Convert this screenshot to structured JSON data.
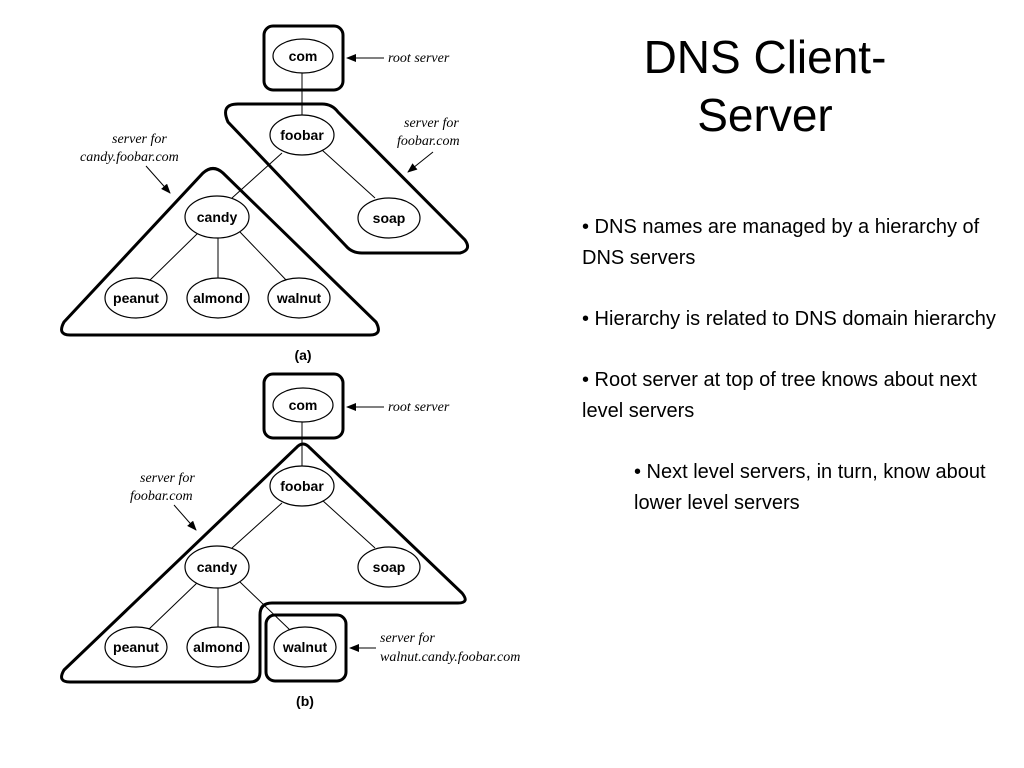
{
  "slide": {
    "title": "DNS Client-Server",
    "bullets": [
      {
        "text": "•  DNS names are managed by a hierarchy of DNS servers",
        "level": 0
      },
      {
        "text": "•  Hierarchy is related to DNS domain hierarchy",
        "level": 0
      },
      {
        "text": "•  Root server at top of tree knows about next level servers",
        "level": 0
      },
      {
        "text": "•  Next level servers, in turn, know about lower level servers",
        "level": 1
      }
    ]
  },
  "diagram_a": {
    "caption": "(a)",
    "nodes": {
      "com": "com",
      "foobar": "foobar",
      "soap": "soap",
      "candy": "candy",
      "peanut": "peanut",
      "almond": "almond",
      "walnut": "walnut"
    },
    "annotations": {
      "root": "root server",
      "foobar_1": "server for",
      "foobar_2": "foobar.com",
      "candy_1": "server for",
      "candy_2": "candy.foobar.com"
    }
  },
  "diagram_b": {
    "caption": "(b)",
    "nodes": {
      "com": "com",
      "foobar": "foobar",
      "soap": "soap",
      "candy": "candy",
      "peanut": "peanut",
      "almond": "almond",
      "walnut": "walnut"
    },
    "annotations": {
      "root": "root server",
      "foobar_1": "server for",
      "foobar_2": "foobar.com",
      "walnut_1": "server for",
      "walnut_2": "walnut.candy.foobar.com"
    }
  }
}
